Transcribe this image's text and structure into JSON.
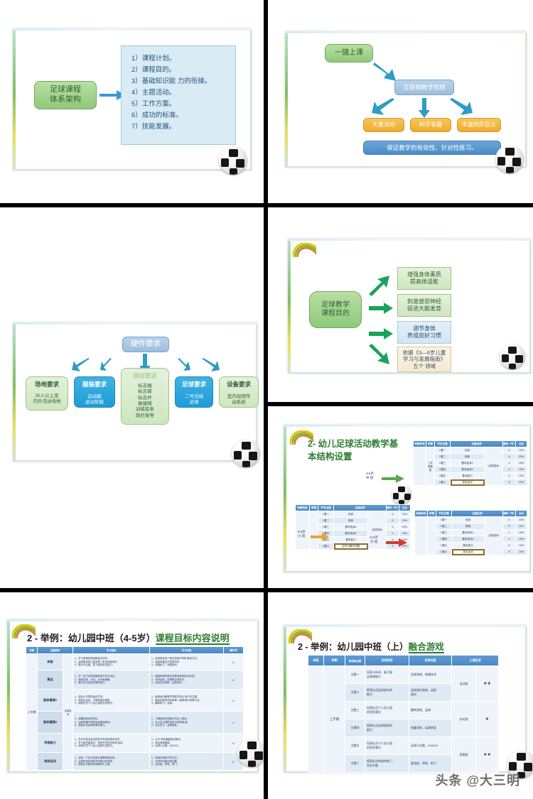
{
  "document": {
    "kind": "presentation-slide-grid",
    "watermark": "头条 @大三明",
    "slide_count": 7
  },
  "slide1": {
    "source_node": "足球课程\n体系架构",
    "list_title": "",
    "items": [
      "1）课程计划。",
      "2）课程目的。",
      "3）基础知识能 力的衔接。",
      "4）主题活动。",
      "5）工作方案。",
      "6）成功的标准。",
      "7）技能发展。"
    ]
  },
  "slide2": {
    "root": "一键上课",
    "mid": "互联网教学视频",
    "branches": [
      "大量试动",
      "科学有趣",
      "丰富的形巨义"
    ],
    "footer": "保证教学的有效性、针对性练习。"
  },
  "slide3": {
    "root": "硬件要求",
    "columns": [
      {
        "head": "场地要求",
        "body": "30人以上室\n内外活动场地",
        "style": "lgreen"
      },
      {
        "head": "服装要求",
        "body": "运动服\n运动软鞋",
        "style": "cyan"
      },
      {
        "head": "器材要求",
        "body": "标志桶\n标志碟\n标志杆\n敏捷梯\n训练胶条\n跨栏架等",
        "style": "lgreen"
      },
      {
        "head": "足球要求",
        "body": "二号法绒\n足球",
        "style": "cyan"
      },
      {
        "head": "设备要求",
        "body": "室内视频传\n动系统",
        "style": "lgreen"
      }
    ]
  },
  "slide4": {
    "root": "足球教学\n课程目的",
    "targets": [
      {
        "text": "增强身体素质\n提高体适能",
        "style": "lgreen"
      },
      {
        "text": "刺激感觉神经\n促进大脑发育",
        "style": "lgreen"
      },
      {
        "text": "调节身体\n养成良好习惯",
        "style": "icebox"
      },
      {
        "text": "依据《3—6岁儿童\n学习与发展指南》\n五个 领域",
        "style": "cream"
      }
    ]
  },
  "slide5": {
    "title": "2- 幼儿足球活动教学基\n本结构设置",
    "tables": [
      {
        "id": "table-top-right",
        "side_label": "4-5岁\n中 班",
        "vertical_label": "上学期课程",
        "headers": [
          "年龄阶段",
          "学期",
          "节次主题",
          "主题名称",
          "课时（节）",
          "占比"
        ],
        "rows": [
          [
            "",
            "",
            "1课一",
            "热身",
            "",
            "6",
            "10%"
          ],
          [
            "",
            "",
            "1课二",
            "熟悉",
            "",
            "6",
            "10%"
          ],
          [
            "",
            "",
            "1课三",
            "基本技术1",
            "",
            "4",
            "15%"
          ],
          [
            "",
            "",
            "1课四",
            "基本技术2",
            "",
            "4",
            "15%"
          ],
          [
            "",
            "",
            "1课五",
            "基本能力",
            "",
            "6",
            "10%"
          ],
          [
            "",
            "",
            "1课六",
            "综合运动",
            "",
            "6",
            "10%"
          ]
        ],
        "merged_cell": "足球游戏",
        "highlight_row_label": "综合运动"
      },
      {
        "id": "table-bottom-left",
        "side_label": "5-6岁\n小 班",
        "headers": [
          "年龄阶段",
          "学期",
          "节次主题",
          "主题名称",
          "课时（节）",
          "占比"
        ],
        "rows": [
          [
            "",
            "",
            "1课一",
            "热身",
            "",
            "6",
            "10%"
          ],
          [
            "",
            "",
            "1课二",
            "熟悉",
            "",
            "6",
            "10%"
          ],
          [
            "",
            "",
            "1课三",
            "基本技术1",
            "",
            "4",
            "15%"
          ],
          [
            "",
            "",
            "1课四",
            "基本技术2",
            "",
            "4",
            "15%"
          ],
          [
            "",
            "",
            "1课五",
            "基本能力",
            "",
            "6",
            "10%"
          ],
          [
            "",
            "",
            "1课六",
            "合作与解决问题",
            "",
            "6",
            "10%"
          ]
        ],
        "merged_cell": "足球游戏",
        "highlight_row_label": "合作与解决问题"
      },
      {
        "id": "table-bottom-right",
        "side_label": "5-6岁\n大 班",
        "headers": [
          "年龄阶段",
          "学期",
          "节次主题",
          "主题名称",
          "课时（节）",
          "占比"
        ],
        "rows": [
          [
            "",
            "",
            "1课一",
            "热身",
            "",
            "6",
            "10%"
          ],
          [
            "",
            "",
            "1课二",
            "熟悉",
            "",
            "6",
            "10%"
          ],
          [
            "",
            "",
            "1课三",
            "基本技术1",
            "",
            "4",
            "15%"
          ],
          [
            "",
            "",
            "1课四",
            "基本技术2",
            "",
            "4",
            "15%"
          ],
          [
            "",
            "",
            "1课五",
            "基本能力",
            "",
            "6",
            "10%"
          ],
          [
            "",
            "",
            "1课六",
            "综合运动",
            "",
            "6",
            "10%"
          ]
        ],
        "merged_cell": "足球游戏",
        "highlight_row_label": "综合运动"
      }
    ]
  },
  "slide6": {
    "title_plain": "2 - 举例：幼儿园中班（4-5岁）",
    "title_underline": "课程目标内容说明",
    "headers": [
      "学期",
      "主题成材",
      "学习目标",
      "学习内容",
      "课时/节"
    ],
    "side_label": "上学期",
    "vertical_label": "足球运动",
    "rows": [
      {
        "theme": "体能",
        "goal": "1、学习简单的体操和徒手动作。\n2、运用基本的力量完成一系列体操动作。\n3、服从专注度、复习保持定性能力。",
        "content": "1、运用肢体会个部位探索不同的 移动方式。\n2、纯身体做出不同的动作。\n3、走跑练习、球感技术。",
        "hours": "6"
      },
      {
        "theme": "奥运",
        "goal": "1、学一定方向的初级和查不同之间点。\n2、保象空间、方向、水平和速度。\n3、服从队员运球交替的能力。",
        "content": "1、增强简单有重点的表现各种身 的形态。\n2、动作控制、协调和空间意识。\n3、运动找点滴练、运球变向。",
        "hours": "6"
      },
      {
        "theme": "肢体管理1",
        "goal": "1、保边小不同的运动方向。\n2、提高灵活性、平衡性和协调性。\n3、培养队员个人及小组的先导意识。",
        "content": "1、使用适当和数字符能学如点 他人的主要。\n2、提高控制的动作简单一起移动的 简单方法。\n3、翻转练习、运球。",
        "hours": "4"
      },
      {
        "theme": "肢体管理2",
        "goal": "1、明确控制动作的位。\n2、出和掌握不同的运动路径移动。\n3、提高队员运球转身的能力。",
        "content": "1、了解身体在快速方向空上移动。\n2、可以在主理的动态中体验美 感。\n3、科注意力、运球转身。",
        "hours": "4"
      },
      {
        "theme": "传接能力",
        "goal": "1、员手们尝试会试的意才和技的基本动作。\n2、学习和完善高步、有球不同的动作和 技术。\n3、培养员员个人及小组的先导意识。",
        "content": "1、以不 同的速度复杂跳动。\n2、体会各种跳跃。\n3、足球小比赛、3v3/2v2。",
        "hours": "6"
      },
      {
        "theme": "球类运动",
        "goal": "1、目标一个自己的用手或脚转移定球。\n2、过各种变化和其不同的动作姿势。\n3、提高队员跑的和或脚的大力度。",
        "content": "1、探索击球的不同方式。\n2、与同伴传递对球交替。\n3、变化起、停球、射门。",
        "hours": "6"
      }
    ]
  },
  "slide7": {
    "title_plain": "2 - 举例：幼儿园中班（上）",
    "title_underline": "融合游戏",
    "headers": [
      "年级",
      "学期",
      "教材和主题",
      "足球目标",
      "足球内容",
      "上课区间"
    ],
    "side_label": "上学期",
    "rows": [
      {
        "topic": "主题一",
        "goal": "培养与伙伴、复习和\n足球球能力",
        "content": "足球游戏、球感技术",
        "zone": "运动类",
        "stars": "★★"
      },
      {
        "topic": "主题二",
        "goal": "提高队员运球变向的\n能力",
        "content": "运球变向游戏、运球\n变向",
        "zone": "",
        "stars": ""
      },
      {
        "topic": "主题三",
        "goal": "培养队员个人及小组\n的竞争意识",
        "content": "翻转游戏、运球",
        "zone": "合对类",
        "stars": "★"
      },
      {
        "topic": "主题四",
        "goal": "提高队员运球转身的\n能力",
        "content": "抢童游戏、运球转身",
        "zone": "",
        "stars": ""
      },
      {
        "topic": "主题五",
        "goal": "培养队员个人及小组\n的竞争意识",
        "content": "足球小比赛、3v3/2v2",
        "zone": "竞赛类",
        "stars": "★★"
      },
      {
        "topic": "主题六",
        "goal": "提高队员的或的射门\n任务力度",
        "content": "变化起、停球、射门",
        "zone": "",
        "stars": ""
      }
    ]
  }
}
